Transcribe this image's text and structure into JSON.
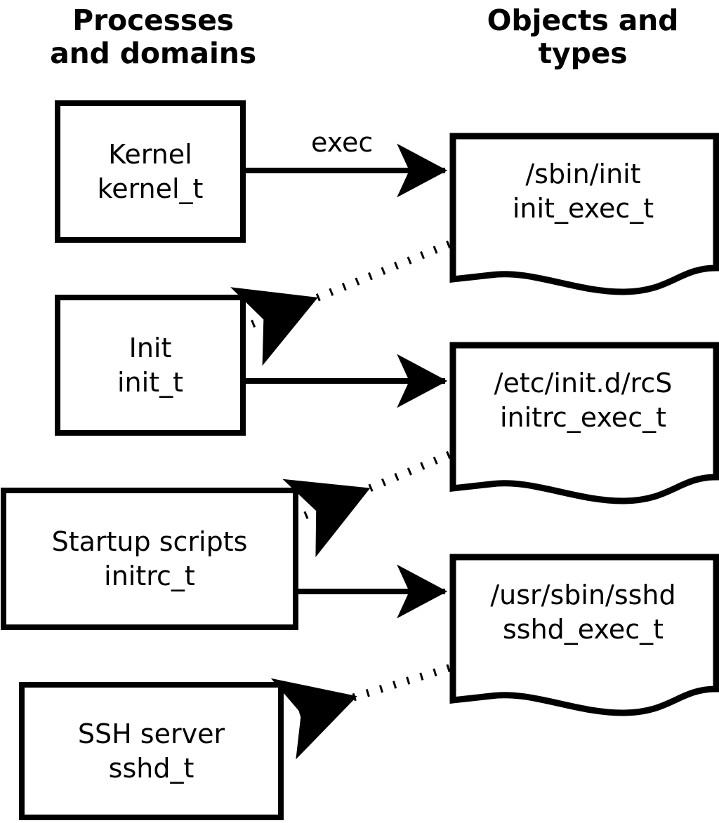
{
  "headers": {
    "left": "Processes\nand domains",
    "right": "Objects and\ntypes"
  },
  "colors": {
    "stroke": "#000000",
    "fill": "#ffffff",
    "background": "#ffffff"
  },
  "processes": [
    {
      "id": "kernel",
      "title": "Kernel",
      "type": "kernel_t"
    },
    {
      "id": "init",
      "title": "Init",
      "type": "init_t"
    },
    {
      "id": "initrc",
      "title": "Startup scripts",
      "type": "initrc_t"
    },
    {
      "id": "sshd",
      "title": "SSH server",
      "type": "sshd_t"
    }
  ],
  "objects": [
    {
      "id": "init-exec",
      "path": "/sbin/init",
      "type": "init_exec_t"
    },
    {
      "id": "initrc-exec",
      "path": "/etc/init.d/rcS",
      "type": "initrc_exec_t"
    },
    {
      "id": "sshd-exec",
      "path": "/usr/sbin/sshd",
      "type": "sshd_exec_t"
    }
  ],
  "edges": [
    {
      "id": "exec-1",
      "from": "kernel",
      "to": "init-exec",
      "label": "exec",
      "style": "solid"
    },
    {
      "id": "tr-1",
      "from": "init-exec",
      "to": "init",
      "label": "",
      "style": "dotted"
    },
    {
      "id": "exec-2",
      "from": "init",
      "to": "initrc-exec",
      "label": "",
      "style": "solid"
    },
    {
      "id": "tr-2",
      "from": "initrc-exec",
      "to": "initrc",
      "label": "",
      "style": "dotted"
    },
    {
      "id": "exec-3",
      "from": "initrc",
      "to": "sshd-exec",
      "label": "",
      "style": "solid"
    },
    {
      "id": "tr-3",
      "from": "sshd-exec",
      "to": "sshd",
      "label": "",
      "style": "dotted"
    }
  ],
  "edge_labels": {
    "exec": "exec"
  }
}
